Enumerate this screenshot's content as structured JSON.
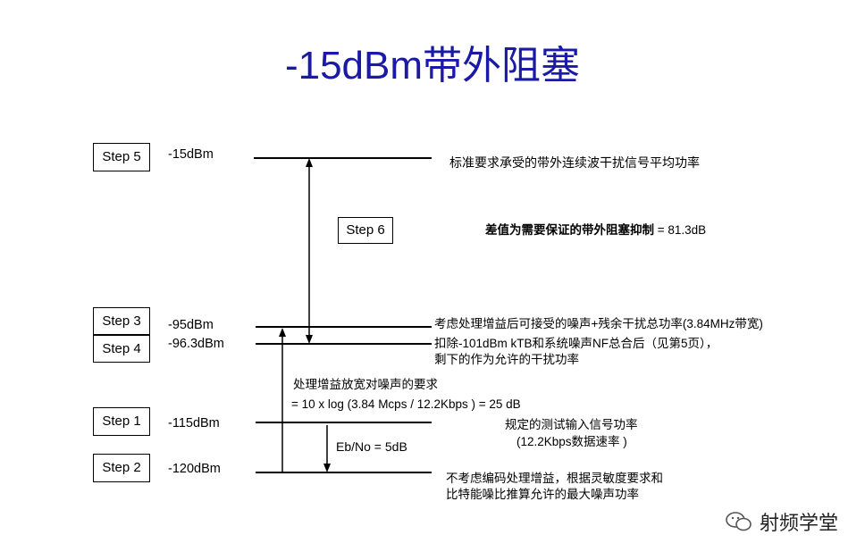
{
  "title": "-15dBm带外阻塞",
  "steps": {
    "step5": "Step 5",
    "step6": "Step 6",
    "step3": "Step 3",
    "step4": "Step 4",
    "step1": "Step 1",
    "step2": "Step 2"
  },
  "levels": {
    "l_15": "-15dBm",
    "l_95": "-95dBm",
    "l_963": "-96.3dBm",
    "l_115": "-115dBm",
    "l_120": "-120dBm"
  },
  "annotations": {
    "a_15": "标准要求承受的带外连续波干扰信号平均功率",
    "diff_label": "差值为需要保证的带外阻塞抑制",
    "diff_value": " = 81.3dB",
    "a_95": "考虑处理增益后可接受的噪声+残余干扰总功率(3.84MHz带宽)",
    "a_963_line1": "扣除-101dBm kTB和系统噪声NF总合后（见第5页），",
    "a_963_line2": "剩下的作为允许的干扰功率",
    "gain_line1": "处理增益放宽对噪声的要求",
    "gain_line2": "= 10  x log  (3.84 Mcps   /  12.2Kbps ) = 25 dB",
    "ebno": "Eb/No = 5dB",
    "a_115_line1": "规定的测试输入信号功率",
    "a_115_line2": "(12.2Kbps数据速率    )",
    "a_120_line1": "不考虑编码处理增益，根据灵敏度要求和",
    "a_120_line2": "比特能噪比推算允许的最大噪声功率"
  },
  "watermark": "射频学堂",
  "colors": {
    "title": "#1a1aa6"
  }
}
